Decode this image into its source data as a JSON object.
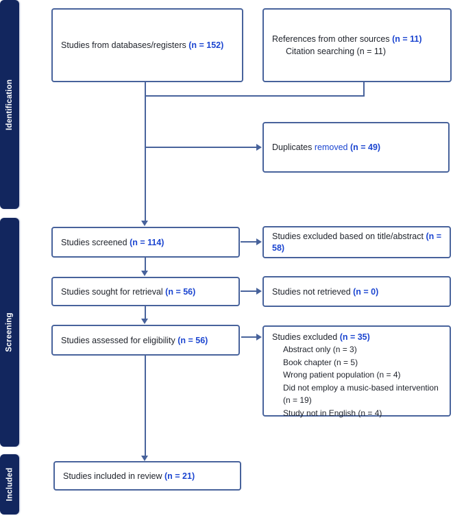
{
  "colors": {
    "navy": "#12265e",
    "border": "#47629b",
    "line": "#47629b",
    "blue": "#1b45d0",
    "text": "#20242c"
  },
  "sidebar": {
    "identification": "Identification",
    "screening": "Screening",
    "included": "Included"
  },
  "boxes": {
    "databases": {
      "text": "Studies from databases/registers ",
      "n": "(n = 152)"
    },
    "other_sources": {
      "text": "References from other sources ",
      "n": "(n = 11)",
      "sub": "Citation searching (n = 11)"
    },
    "duplicates": {
      "pre": "Duplicates ",
      "mid": "removed ",
      "n": "(n = 49)"
    },
    "screened": {
      "text": "Studies screened ",
      "n": "(n = 114)"
    },
    "excluded_title_abstract": {
      "text": "Studies excluded based on title/abstract ",
      "n": "(n = 58)"
    },
    "sought": {
      "text": "Studies sought for retrieval ",
      "n": "(n = 56)"
    },
    "not_retrieved": {
      "text": "Studies not retrieved ",
      "n": "(n = 0)"
    },
    "assessed": {
      "text": "Studies assessed for eligibility  ",
      "n": "(n = 56)"
    },
    "excluded_full": {
      "text": "Studies excluded ",
      "n": "(n = 35)",
      "items": [
        "Abstract only (n = 3)",
        "Book chapter (n = 5)",
        "Wrong patient population (n = 4)",
        "Did not employ a music-based intervention\n(n = 19)",
        "Study not in English (n = 4)"
      ]
    },
    "included": {
      "text": "Studies included in review ",
      "n": "(n = 21)"
    }
  }
}
